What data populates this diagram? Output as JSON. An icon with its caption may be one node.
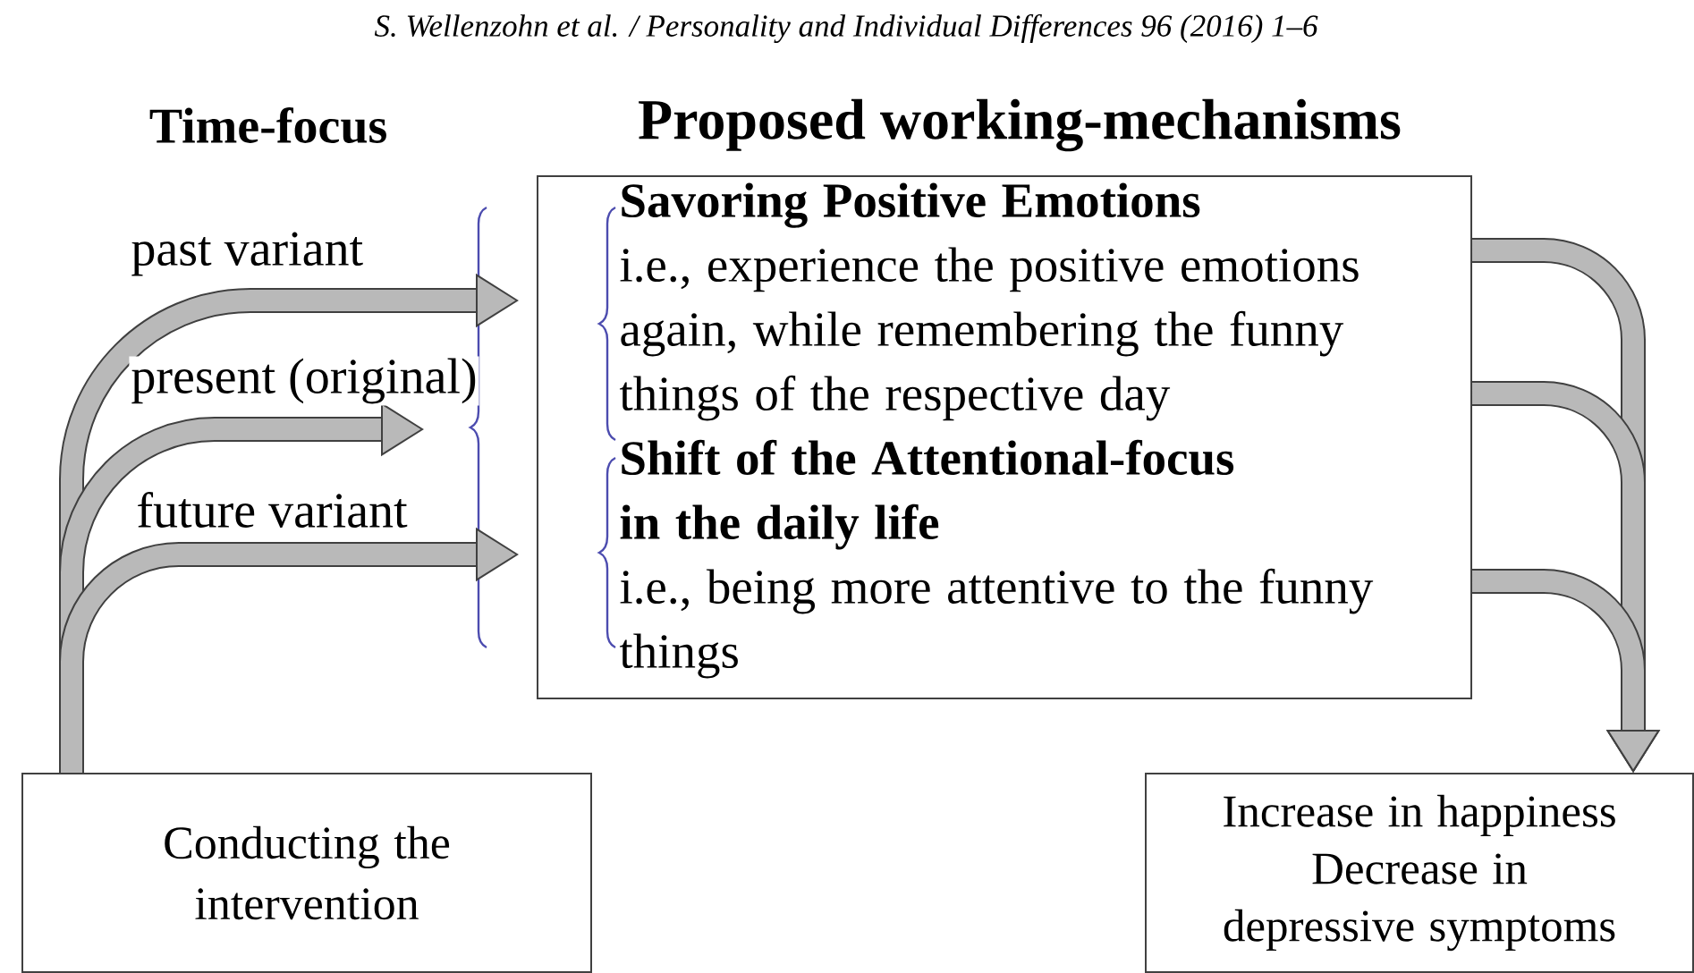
{
  "diagram": {
    "nodes": [
      {
        "text": [
          "Conducting the intervention"
        ]
      },
      {
        "text": [
          "Savoring Positive Emotions",
          "i.e., experience the positive emotions again, while remembering the funny things of the respective day",
          "Shift of the Attentional-focus in the daily life",
          "i.e., being more attentive to the funny things"
        ]
      },
      {
        "text": [
          "Increase in happiness",
          "Decrease in depressive symptoms"
        ]
      }
    ],
    "edges": [
      {
        "from": 0,
        "to": 1,
        "arrow": "to",
        "label": "past variant"
      },
      {
        "from": 0,
        "to": null,
        "arrow": "to",
        "label": "present (original)"
      },
      {
        "from": 0,
        "to": 1,
        "arrow": "to",
        "label": "future variant"
      },
      {
        "from": 1,
        "to": 2,
        "arrow": "to"
      },
      {
        "from": 1,
        "to": 2,
        "arrow": "to"
      },
      {
        "from": 1,
        "to": 2,
        "arrow": "to"
      }
    ],
    "labels": [
      "S. Wellenzohn et al. / Personality and Individual Differences 96 (2016) 1–6",
      "Time-focus",
      "Proposed working-mechanisms"
    ]
  }
}
